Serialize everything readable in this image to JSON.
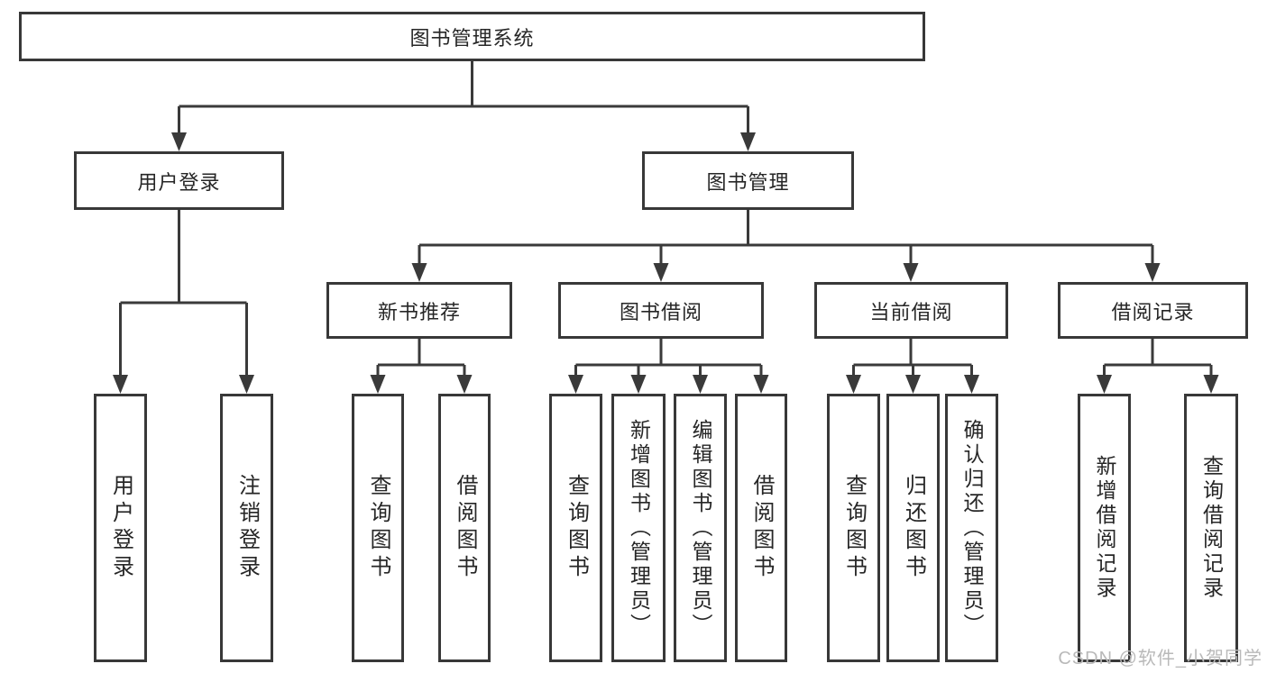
{
  "diagram": {
    "title_node": "图书管理系统",
    "nodes": {
      "root": "图书管理系统",
      "user_login": "用户登录",
      "book_mgmt": "图书管理",
      "new_book_rec": "新书推荐",
      "book_borrow": "图书借阅",
      "current_borrow": "当前借阅",
      "borrow_record": "借阅记录",
      "user_login_leaf": "用户登录",
      "logout": "注销登录",
      "query_book_1": "查询图书",
      "borrow_book_1": "借阅图书",
      "query_book_2": "查询图书",
      "add_book": "新增图书（管理员）",
      "edit_book": "编辑图书（管理员）",
      "borrow_book_2": "借阅图书",
      "query_book_3": "查询图书",
      "return_book": "归还图书",
      "confirm_return": "确认归还（管理员）",
      "add_borrow_record": "新增借阅记录",
      "query_borrow_record": "查询借阅记录"
    },
    "watermark": "CSDN @软件_小贺同学",
    "colors": {
      "line": "#3a3a3a",
      "box_border": "#383838",
      "text": "#262626",
      "watermark": "#b9b9b9",
      "background": "#ffffff"
    }
  }
}
